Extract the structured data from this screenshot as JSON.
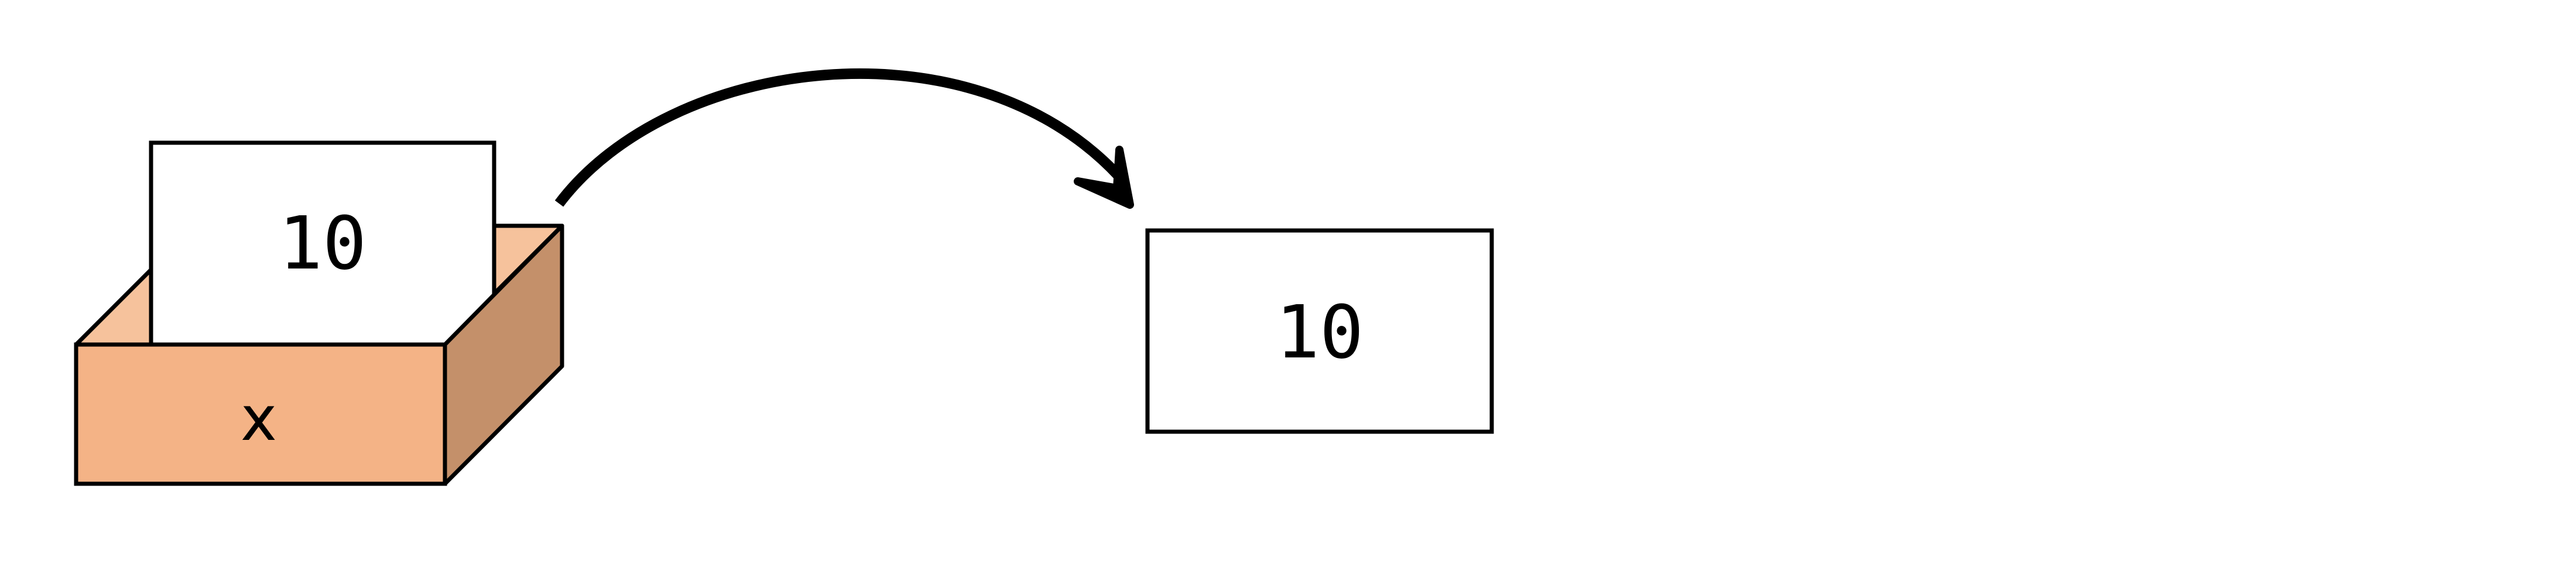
{
  "diagram": {
    "variable_box": {
      "name": "x",
      "value": "10"
    },
    "copied_value": "10",
    "colors": {
      "box_front": "#f4b386",
      "box_inner": "#f6c29c",
      "box_side": "#c4906a",
      "outline": "#000000",
      "card_fill": "#ffffff"
    }
  }
}
